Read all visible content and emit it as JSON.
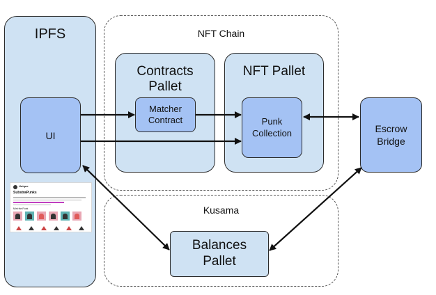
{
  "regions": {
    "nft_chain": "NFT Chain",
    "kusama": "Kusama"
  },
  "nodes": {
    "ipfs": "IPFS",
    "ui": "UI",
    "contracts_pallet": "Contracts Pallet",
    "matcher_contract": "Matcher Contract",
    "nft_pallet": "NFT Pallet",
    "punk_collection": "Punk Collection",
    "escrow_bridge": "Escrow Bridge",
    "balances_pallet": "Balances Pallet"
  },
  "edges": [
    {
      "from": "ui",
      "to": "matcher_contract",
      "direction": "forward"
    },
    {
      "from": "matcher_contract",
      "to": "punk_collection",
      "direction": "forward"
    },
    {
      "from": "ui",
      "to": "punk_collection",
      "direction": "forward"
    },
    {
      "from": "punk_collection",
      "to": "escrow_bridge",
      "direction": "both"
    },
    {
      "from": "ui",
      "to": "balances_pallet",
      "direction": "both"
    },
    {
      "from": "escrow_bridge",
      "to": "balances_pallet",
      "direction": "both"
    }
  ],
  "screenshot": {
    "brand": "Unique",
    "title": "SubstraPunks",
    "section": "Mint the Punk",
    "colors": {
      "brand": "#3b3b3b",
      "link": "#c040c0",
      "card_red": "#e05a5a",
      "card_pink": "#e9a7b4",
      "card_teal": "#5fb3b3",
      "card_dark": "#333333"
    }
  },
  "colors": {
    "light_fill": "#cfe2f3",
    "dark_fill": "#a4c2f4",
    "stroke": "#2b2b2b"
  }
}
